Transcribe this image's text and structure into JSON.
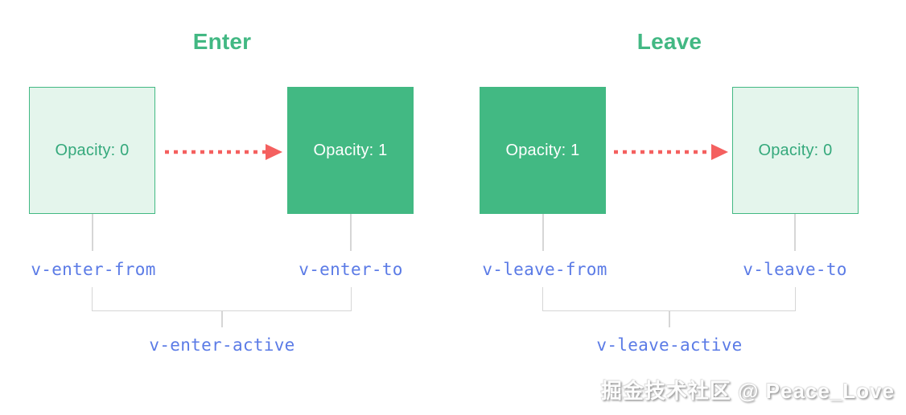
{
  "colors": {
    "brand_green": "#42b983",
    "title_green": "#42b883",
    "light_box_fill": "#e4f5ec",
    "light_box_text": "#35a97c",
    "arrow_red": "#f4605f",
    "class_label_blue": "#5b7be6",
    "connector_gray": "#d6d6d6",
    "solid_box_text": "#ffffff"
  },
  "sections": [
    {
      "title": "Enter",
      "from_box_text": "Opacity: 0",
      "to_box_text": "Opacity: 1",
      "from_label": "v-enter-from",
      "to_label": "v-enter-to",
      "active_label": "v-enter-active"
    },
    {
      "title": "Leave",
      "from_box_text": "Opacity: 1",
      "to_box_text": "Opacity: 0",
      "from_label": "v-leave-from",
      "to_label": "v-leave-to",
      "active_label": "v-leave-active"
    }
  ],
  "watermark": "掘金技术社区 @ Peace_Love"
}
